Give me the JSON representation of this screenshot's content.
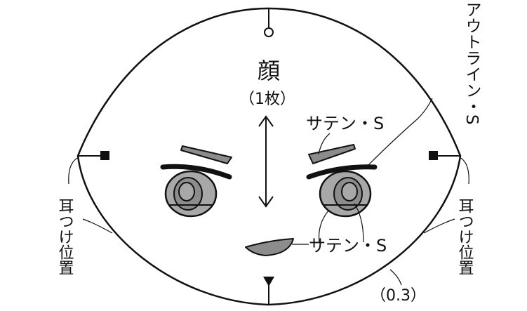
{
  "title": "顔",
  "count": "（1枚）",
  "outline_label": "アウトライン・S",
  "brow_label": "サテン・S",
  "eye_mouth_label": "サテン・S",
  "ear_left": "耳つけ位置",
  "ear_right": "耳つけ位置",
  "seam_allowance": "（0.3）",
  "colors": {
    "line": "#111111",
    "fill_gray": "#8c8c8c",
    "eye_white": "#a8a8a8"
  }
}
